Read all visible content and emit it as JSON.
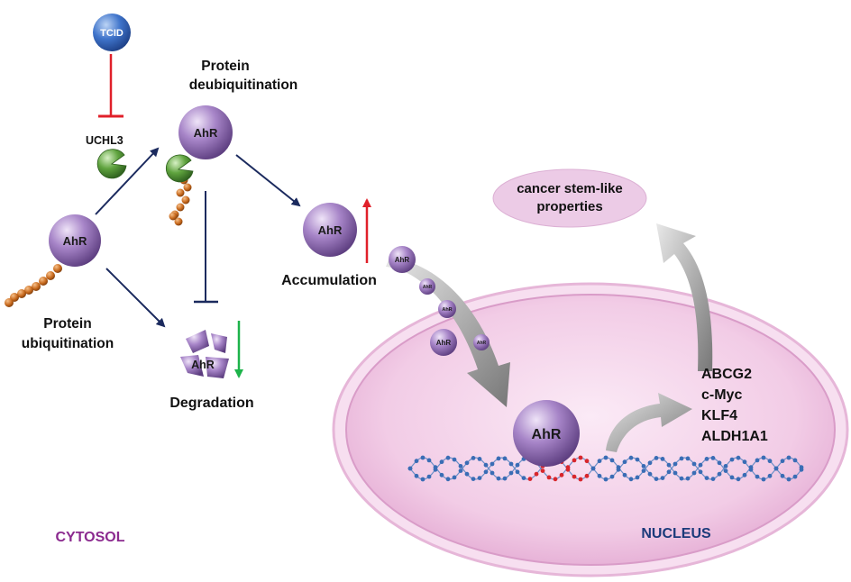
{
  "inhibitor": {
    "label": "TCID"
  },
  "enzyme": {
    "label": "UCHL3"
  },
  "protein": {
    "label": "AhR"
  },
  "labels": {
    "deubiquitination_line1": "Protein",
    "deubiquitination_line2": "deubiquitination",
    "ubiquitination_line1": "Protein",
    "ubiquitination_line2": "ubiquitination",
    "degradation": "Degradation",
    "accumulation": "Accumulation",
    "cytosol": "CYTOSOL",
    "nucleus": "NUCLEUS",
    "outcome_line1": "cancer stem-like",
    "outcome_line2": "properties"
  },
  "target_genes": [
    "ABCG2",
    "c-Myc",
    "KLF4",
    "ALDH1A1"
  ],
  "colors": {
    "ahr_purple": "#9b7cc0",
    "tcid_blue": "#3d6fc4",
    "uchl3_green": "#5a9a3c",
    "ubiquitin_orange": "#c86a1e",
    "inhibit_red": "#e0202a",
    "arrow_navy": "#1b2a5e",
    "down_green": "#1db34a",
    "cytosol_label": "#8b2a8f",
    "nucleus_label": "#1b3a7a",
    "nucleus_fill": "#f3d3ea",
    "dna_blue": "#3a6db5",
    "dna_red": "#d8262c"
  }
}
